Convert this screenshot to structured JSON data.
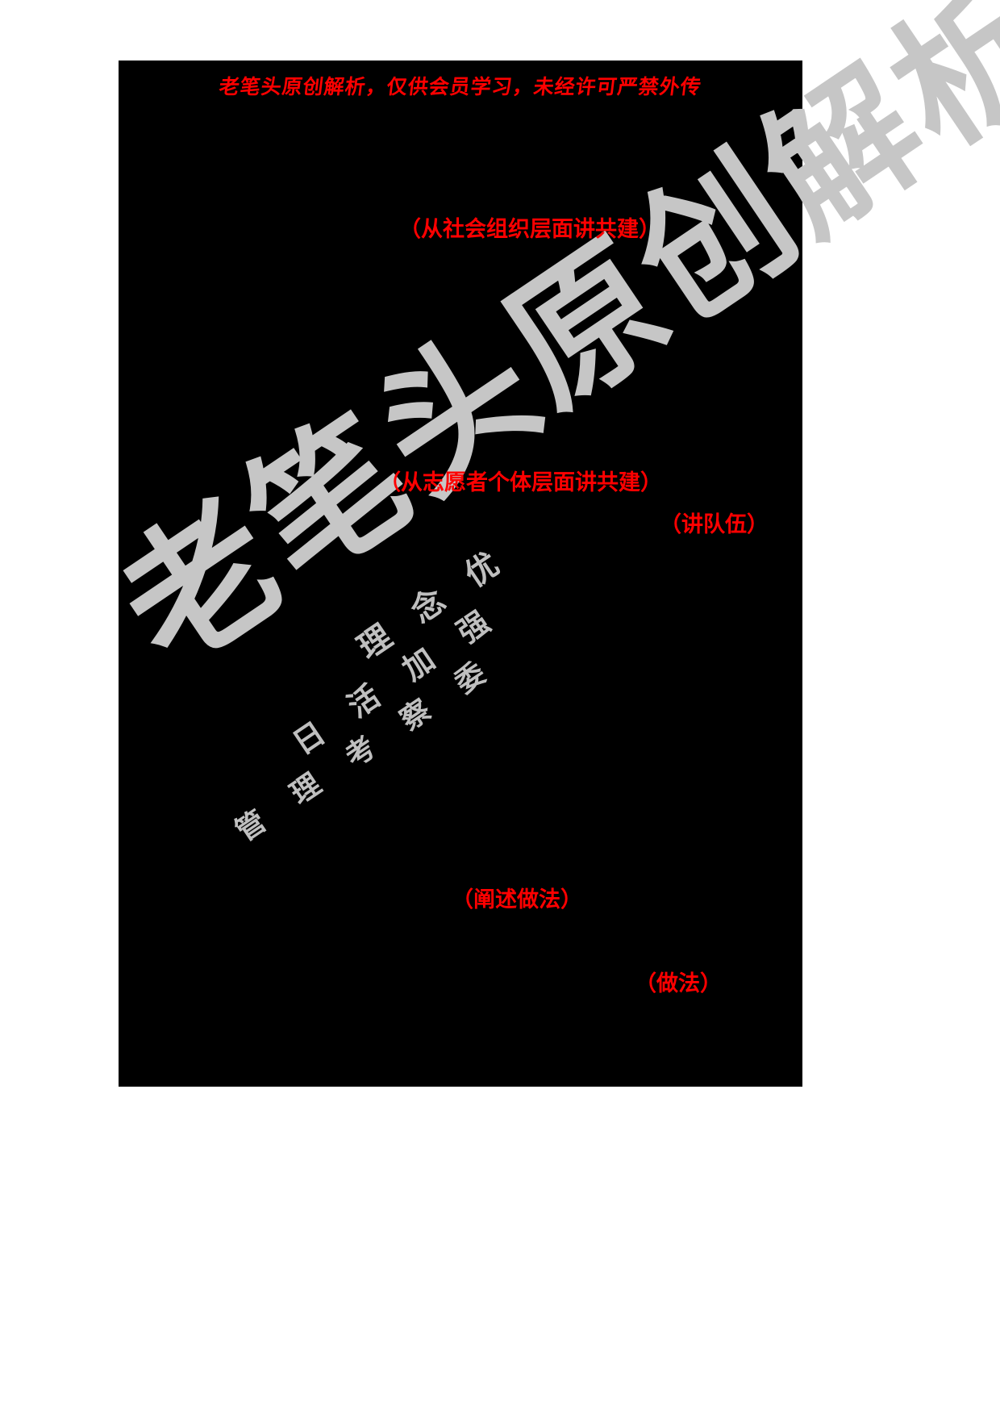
{
  "page": {
    "background_color": "#ffffff",
    "redaction_color": "#000000",
    "annotation_color": "#ff0000",
    "watermark_color": "#c6c6c6"
  },
  "header": {
    "notice": "老笔头原创解析，仅供会员学习，未经许可严禁外传"
  },
  "annotations": [
    {
      "id": "social-org",
      "text": "（从社会组织层面讲共建）"
    },
    {
      "id": "volunteer",
      "text": "（从志愿者个体层面讲共建）"
    },
    {
      "id": "team",
      "text": "（讲队伍）"
    },
    {
      "id": "practice-desc",
      "text": "（阐述做法）"
    },
    {
      "id": "practice",
      "text": "（做法）"
    }
  ],
  "watermark": {
    "text": "老笔头原创解析",
    "ghost_lines": [
      "理念优",
      "日活加强",
      "管理考察委"
    ]
  }
}
